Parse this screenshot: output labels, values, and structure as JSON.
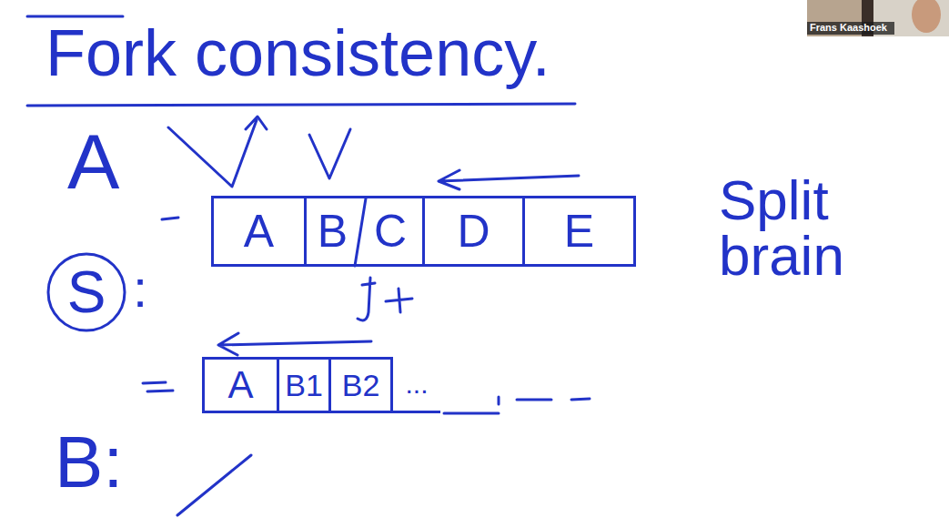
{
  "diagram": {
    "title": "Fork consistency.",
    "nodes": [
      {
        "text": [
          "S"
        ]
      },
      {
        "text": [
          "A"
        ]
      },
      {
        "text": [
          "B"
        ]
      },
      {
        "text": [
          "C"
        ]
      },
      {
        "text": [
          "D"
        ]
      },
      {
        "text": [
          "E"
        ]
      },
      {
        "text": [
          "A"
        ]
      },
      {
        "text": [
          "B1"
        ]
      },
      {
        "text": [
          "B2"
        ]
      },
      {
        "text": [
          "..."
        ]
      }
    ],
    "labels": [
      "A",
      ":",
      "B:",
      "Split brain",
      "Frans Kaashoek"
    ]
  }
}
